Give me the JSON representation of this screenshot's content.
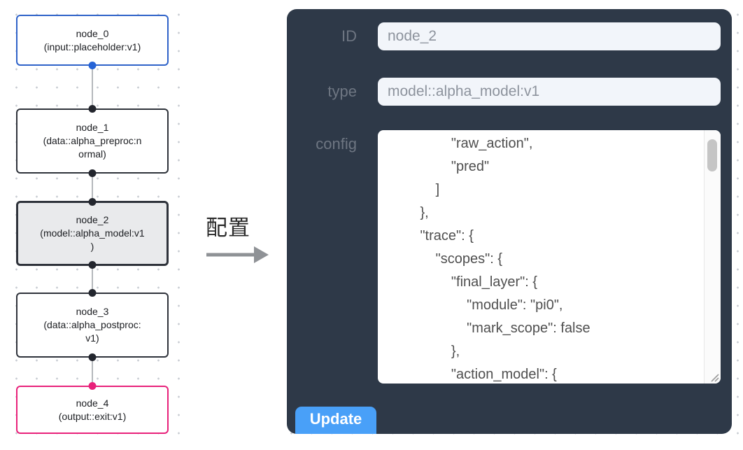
{
  "canvas": {
    "edge_color": "#b5b8bc",
    "nodes": [
      {
        "title": "node_0",
        "subtitle": "(input::placeholder:v1)",
        "border_color": "#2f63c9",
        "bg": "#ffffff",
        "bottom_port": "#2563d6"
      },
      {
        "title": "node_1",
        "subtitle": "(data::alpha_preproc:n\normal)",
        "border_color": "#2f333b",
        "bg": "#ffffff",
        "top_port": "#23262e",
        "bottom_port": "#23262e"
      },
      {
        "title": "node_2",
        "subtitle": "(model::alpha_model:v1\n)",
        "border_color": "#2f333b",
        "bg": "#e9eaec",
        "selected": true,
        "top_port": "#23262e",
        "bottom_port": "#23262e"
      },
      {
        "title": "node_3",
        "subtitle": "(data::alpha_postproc:\nv1)",
        "border_color": "#2f333b",
        "bg": "#ffffff",
        "top_port": "#23262e",
        "bottom_port": "#23262e"
      },
      {
        "title": "node_4",
        "subtitle": "(output::exit:v1)",
        "border_color": "#e8217a",
        "bg": "#ffffff",
        "top_port": "#e8217a"
      }
    ]
  },
  "annotation": {
    "label": "配置",
    "arrow_color": "#8f9296"
  },
  "panel": {
    "bg": "#2e3948",
    "id_label": "ID",
    "id_value": "node_2",
    "type_label": "type",
    "type_value": "model::alpha_model:v1",
    "config_label": "config",
    "config_text": "                \"raw_action\",\n                \"pred\"\n            ]\n        },\n        \"trace\": {\n            \"scopes\": {\n                \"final_layer\": {\n                    \"module\": \"pi0\",\n                    \"mark_scope\": false\n                },\n                \"action_model\": {",
    "update_label": "Update",
    "button_color": "#49a0f8"
  }
}
